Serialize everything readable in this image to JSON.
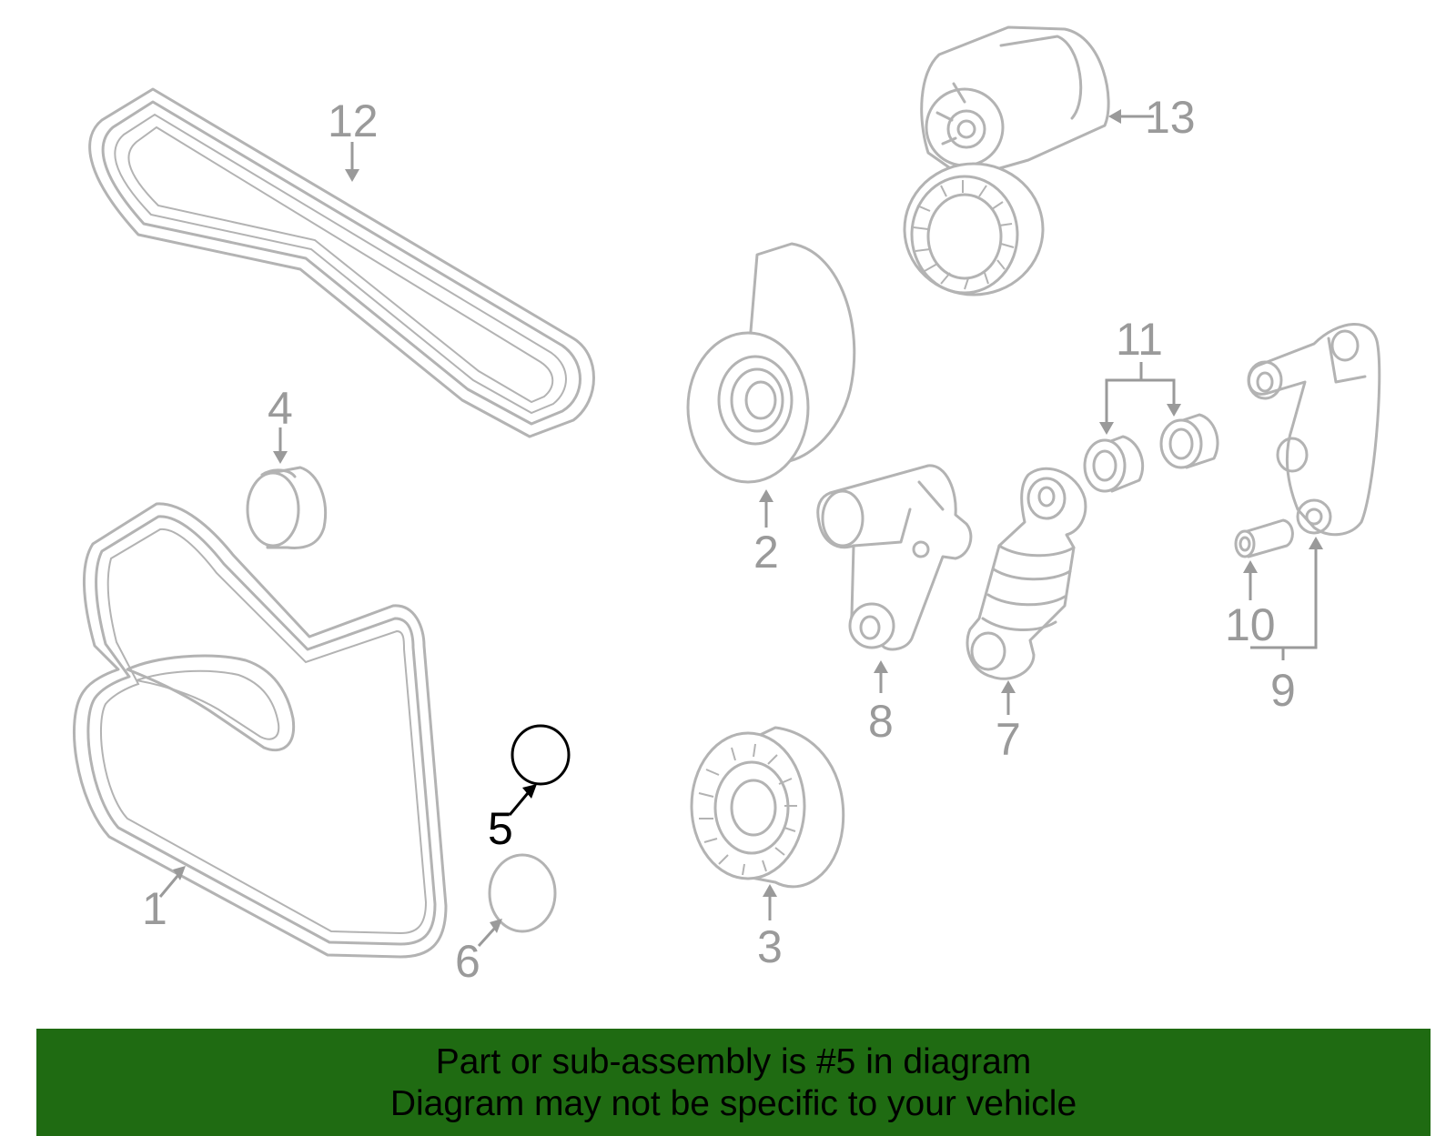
{
  "labels": {
    "p1": "1",
    "p2": "2",
    "p3": "3",
    "p4": "4",
    "p5": "5",
    "p6": "6",
    "p7": "7",
    "p8": "8",
    "p9": "9",
    "p10": "10",
    "p11": "11",
    "p12": "12",
    "p13": "13"
  },
  "highlight_part": "5",
  "colors": {
    "parts": "#b3b3b3",
    "highlight": "#000000",
    "banner": "#1f6b12"
  },
  "banner": {
    "line1": "Part or sub-assembly is #5 in diagram",
    "line2": "Diagram may not be specific to your vehicle"
  }
}
